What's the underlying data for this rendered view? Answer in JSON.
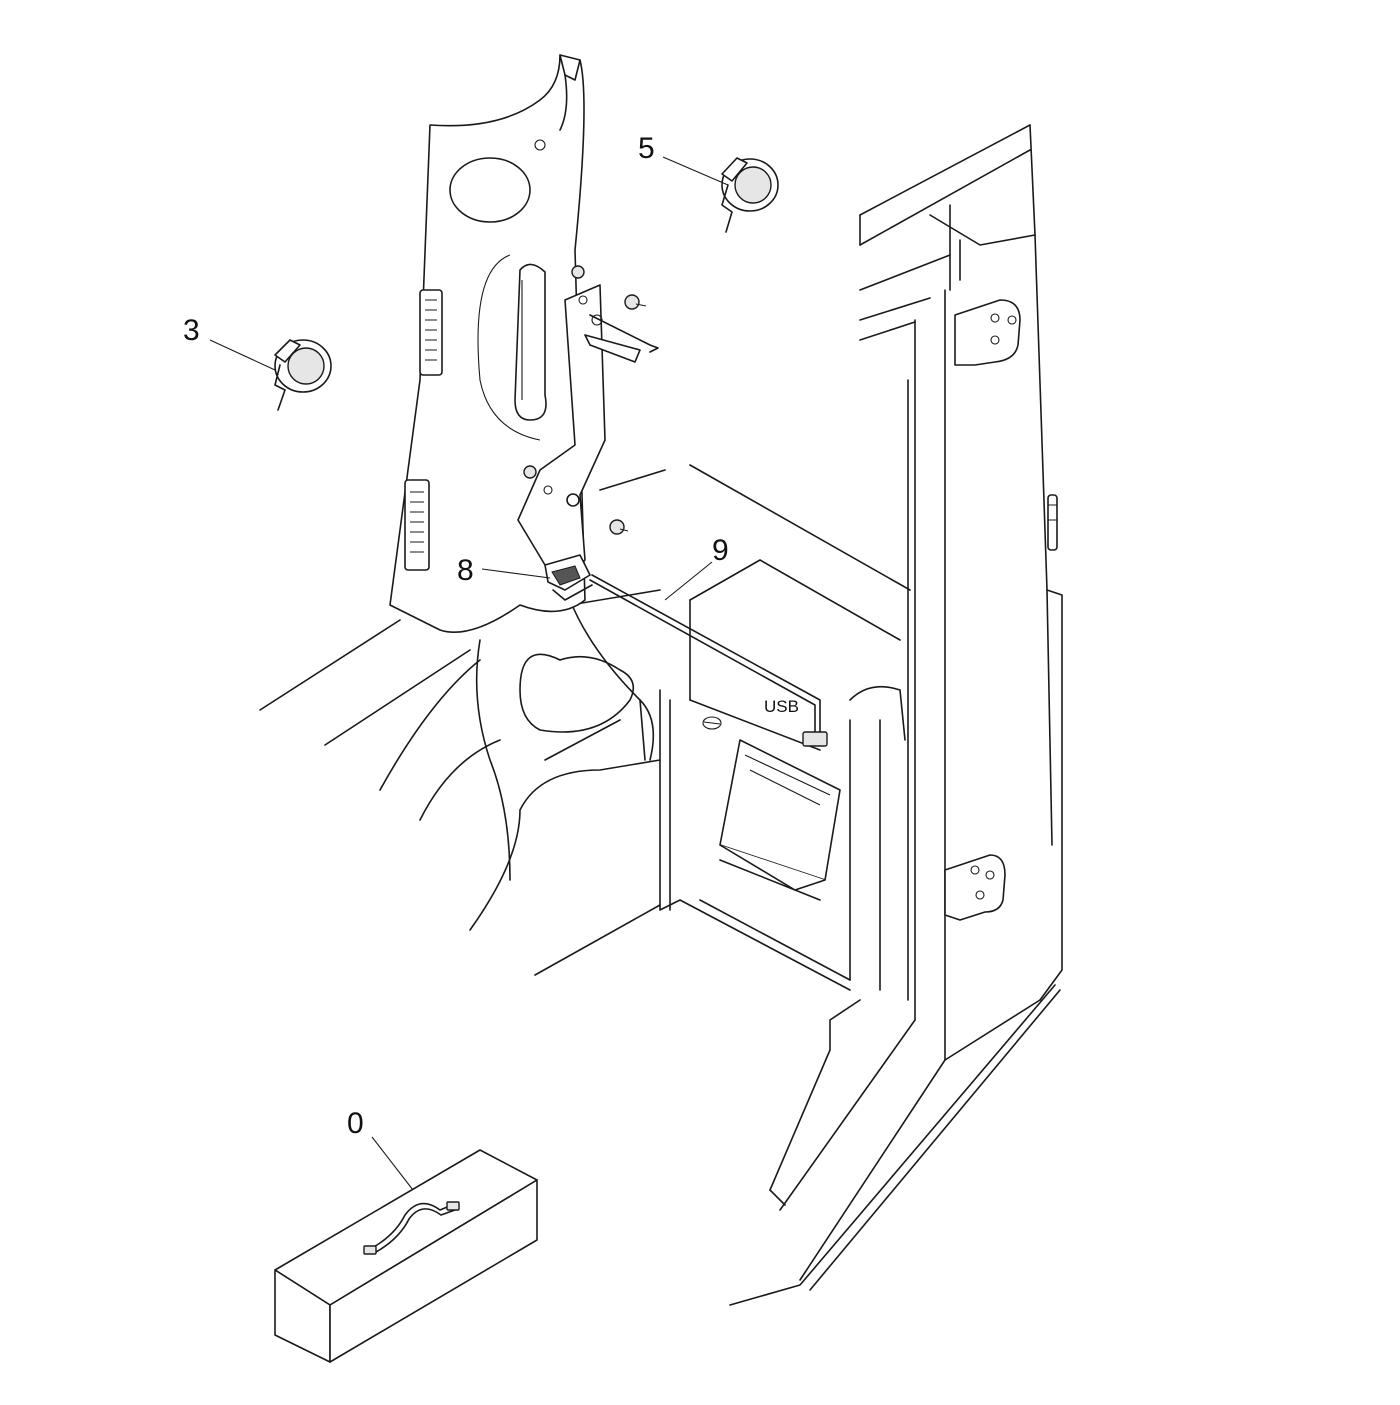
{
  "diagram": {
    "callouts": [
      {
        "id": "3",
        "label": "3"
      },
      {
        "id": "5",
        "label": "5"
      },
      {
        "id": "8",
        "label": "8"
      },
      {
        "id": "9",
        "label": "9"
      },
      {
        "id": "0",
        "label": "0"
      }
    ],
    "usb_label": "USB"
  }
}
